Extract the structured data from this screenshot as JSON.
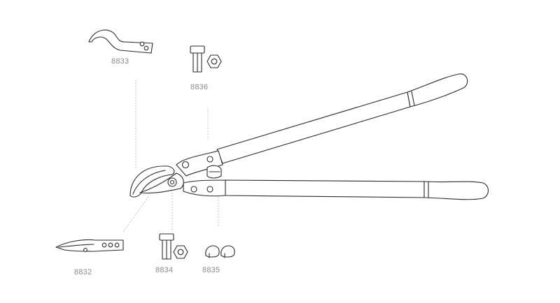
{
  "parts": [
    {
      "id": "8833"
    },
    {
      "id": "8836"
    },
    {
      "id": "8832"
    },
    {
      "id": "8834"
    },
    {
      "id": "8835"
    }
  ],
  "colors": {
    "line": "#2b2b2b",
    "label": "#8a8a8a",
    "leader": "#b5b5b5"
  }
}
